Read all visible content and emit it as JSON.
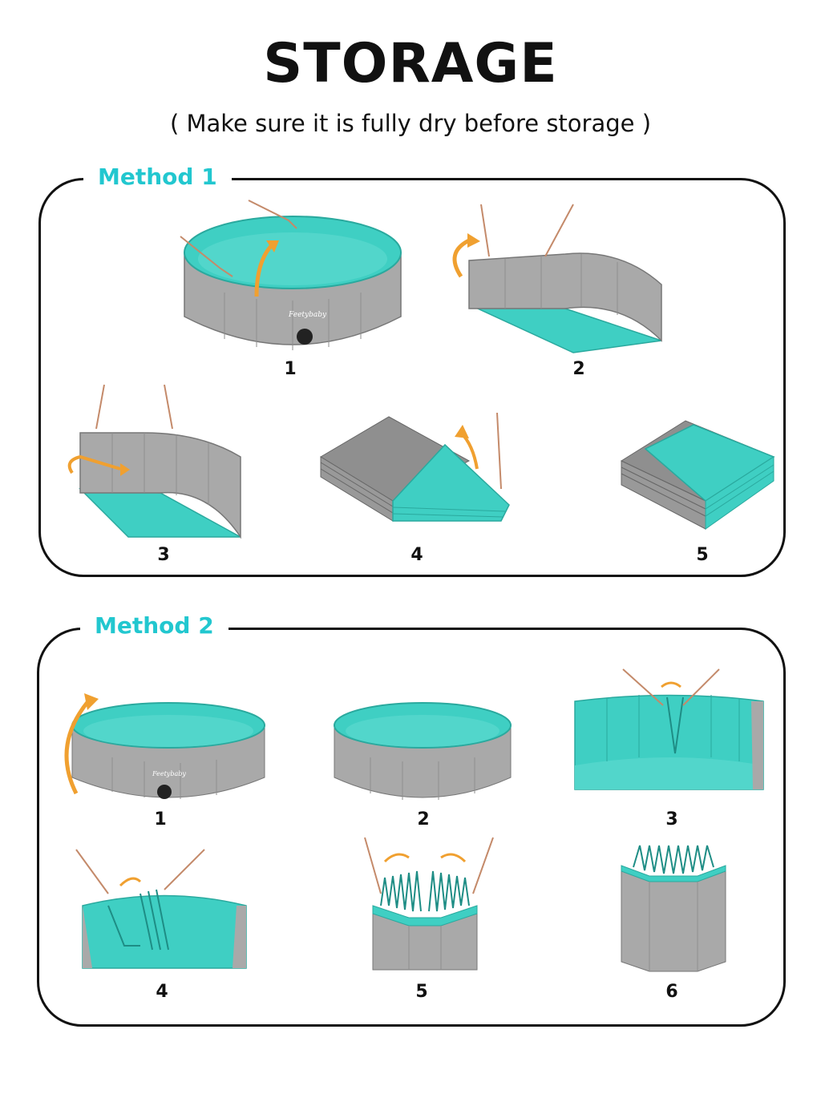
{
  "header": {
    "title": "STORAGE",
    "subtitle": "( Make sure it is fully dry before storage )"
  },
  "method1": {
    "label": "Method 1",
    "steps": [
      "1",
      "2",
      "3",
      "4",
      "5"
    ]
  },
  "method2": {
    "label": "Method 2",
    "steps": [
      "1",
      "2",
      "3",
      "4",
      "5",
      "6"
    ]
  },
  "brand_mark": "Feetybaby",
  "colors": {
    "accent": "#22c7cf",
    "pool_teal": "#3fcfc3",
    "pool_gray": "#a9a9a9",
    "arrow_orange": "#f0a030",
    "border": "#111111"
  }
}
